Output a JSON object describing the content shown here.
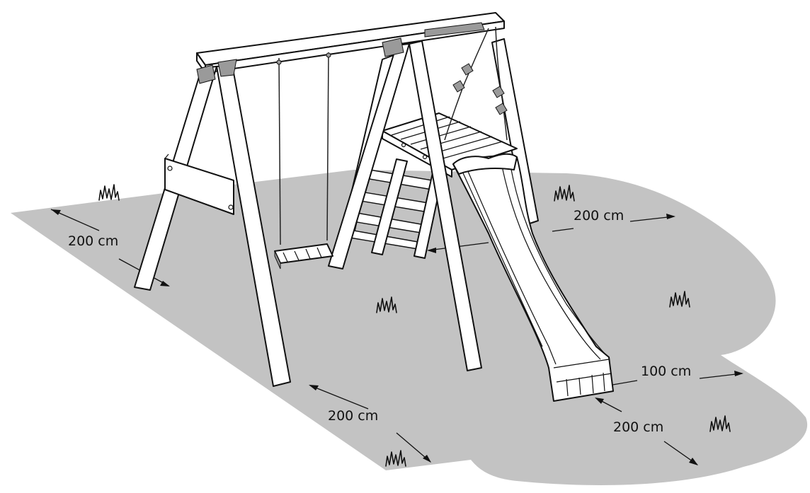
{
  "safety_zone": {
    "fill_color": "#c3c3c3",
    "dimensions": [
      {
        "id": "left",
        "label": "200 cm"
      },
      {
        "id": "right-top",
        "label": "200 cm"
      },
      {
        "id": "front-left",
        "label": "200 cm"
      },
      {
        "id": "slide-side",
        "label": "100 cm"
      },
      {
        "id": "slide-end",
        "label": "200 cm"
      }
    ]
  },
  "icons": [
    "grass-icon"
  ]
}
